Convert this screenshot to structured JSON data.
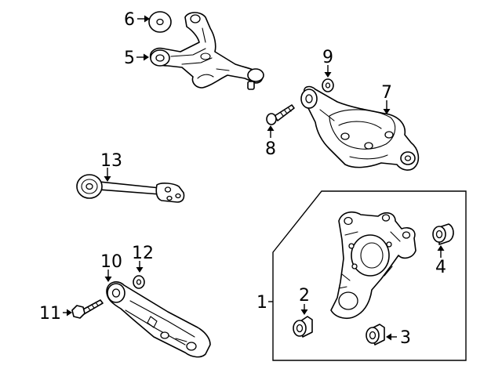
{
  "diagram": {
    "callouts": [
      {
        "id": "c1",
        "text": "1"
      },
      {
        "id": "c2",
        "text": "2"
      },
      {
        "id": "c3",
        "text": "3"
      },
      {
        "id": "c4",
        "text": "4"
      },
      {
        "id": "c5",
        "text": "5"
      },
      {
        "id": "c6",
        "text": "6"
      },
      {
        "id": "c7",
        "text": "7"
      },
      {
        "id": "c8",
        "text": "8"
      },
      {
        "id": "c9",
        "text": "9"
      },
      {
        "id": "c10",
        "text": "10"
      },
      {
        "id": "c11",
        "text": "11"
      },
      {
        "id": "c12",
        "text": "12"
      },
      {
        "id": "c13",
        "text": "13"
      }
    ],
    "colors": {
      "line": "#000000",
      "background": "#ffffff"
    },
    "parts": [
      {
        "ref": "1",
        "name": "knuckle-assembly-icon"
      },
      {
        "ref": "2",
        "name": "bushing-icon"
      },
      {
        "ref": "3",
        "name": "bushing-icon"
      },
      {
        "ref": "4",
        "name": "bushing-icon"
      },
      {
        "ref": "5",
        "name": "upper-control-arm-icon"
      },
      {
        "ref": "6",
        "name": "washer-icon"
      },
      {
        "ref": "7",
        "name": "lower-control-arm-icon"
      },
      {
        "ref": "8",
        "name": "bolt-icon"
      },
      {
        "ref": "9",
        "name": "washer-icon"
      },
      {
        "ref": "10",
        "name": "trailing-arm-icon"
      },
      {
        "ref": "11",
        "name": "bolt-icon"
      },
      {
        "ref": "12",
        "name": "washer-icon"
      },
      {
        "ref": "13",
        "name": "toe-link-icon"
      }
    ]
  }
}
